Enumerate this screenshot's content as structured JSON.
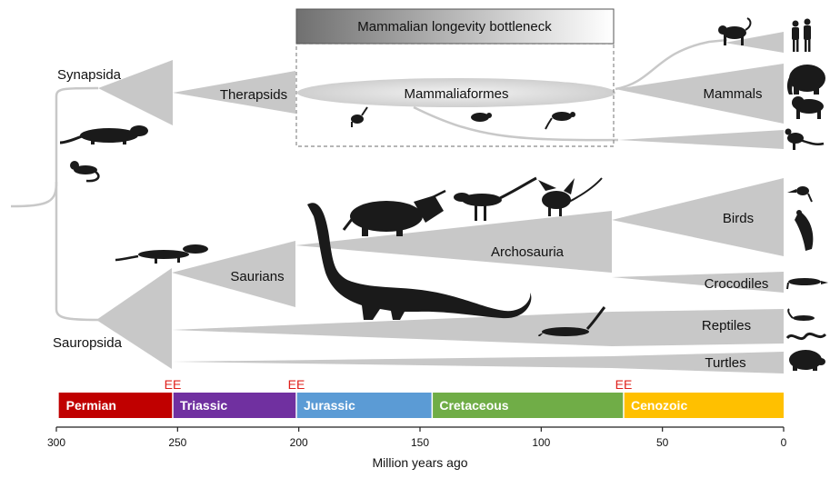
{
  "bottleneck_title": "Mammalian longevity bottleneck",
  "clades": {
    "synapsida": "Synapsida",
    "therapsids": "Therapsids",
    "mammaliaformes": "Mammaliaformes",
    "mammals": "Mammals",
    "sauropsida": "Sauropsida",
    "saurians": "Saurians",
    "archosauria": "Archosauria",
    "birds": "Birds",
    "crocodiles": "Crocodiles",
    "reptiles": "Reptiles",
    "turtles": "Turtles"
  },
  "extinction_marker": "EE",
  "periods": [
    {
      "name": "Permian",
      "start": 299,
      "end": 252,
      "color": "#c00000"
    },
    {
      "name": "Triassic",
      "start": 252,
      "end": 201,
      "color": "#7030a0"
    },
    {
      "name": "Jurassic",
      "start": 201,
      "end": 145,
      "color": "#5b9bd5"
    },
    {
      "name": "Cretaceous",
      "start": 145,
      "end": 66,
      "color": "#70ad47"
    },
    {
      "name": "Cenozoic",
      "start": 66,
      "end": 0,
      "color": "#ffc000"
    }
  ],
  "extinction_events_mya": [
    252,
    201,
    66
  ],
  "axis": {
    "title": "Million years ago",
    "ticks": [
      300,
      250,
      200,
      150,
      100,
      50,
      0
    ],
    "range": [
      300,
      0
    ]
  },
  "colors": {
    "branch_grey": "#c8c8c8",
    "silhouette": "#1a1a1a",
    "ee_red": "#e0201b"
  }
}
